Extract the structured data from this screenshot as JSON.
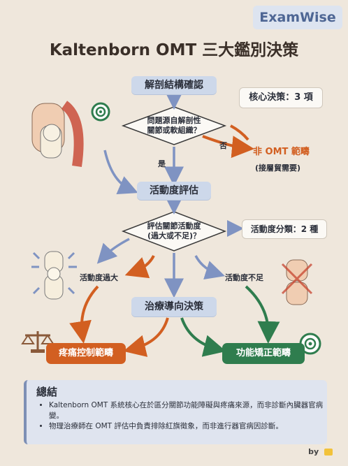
{
  "brand": "ExamWise",
  "title": "Kaltenborn OMT 三大鑑別決策",
  "steps": {
    "step1": "解剖結構確認",
    "step2": "活動度評估",
    "step3": "治療導向決策"
  },
  "decisions": {
    "d1_line1": "問題源自解剖性",
    "d1_line2": "關節或軟組織？",
    "d2_line1": "評估關節活動度",
    "d2_line2": "(過大或不足)？"
  },
  "branches": {
    "no": "否",
    "yes": "是",
    "excessive": "活動度過大",
    "insufficient": "活動度不足"
  },
  "outcomes": {
    "non_omt": "非 OMT 範疇",
    "non_omt_note": "(接層貿需要)",
    "pain": "疼痛控制範疇",
    "function": "功能矯正範疇"
  },
  "badges": {
    "core": "核心決策：3 項",
    "mobility": "活動度分類：2 種"
  },
  "summary": {
    "heading": "總結",
    "point1": "Kaltenborn OMT 系統核心在於區分關節功能障礙與疼痛來源，而非診斷內臟器官病變。",
    "point2": "物理治療師在 OMT 評估中負責排除紅旗徵象，而非進行器官病因診斷。"
  },
  "byline": "by",
  "colors": {
    "orange": "#d25f21",
    "green": "#2f7d4e",
    "blue": "#7f93c2",
    "tag": "#cdd8ea"
  }
}
